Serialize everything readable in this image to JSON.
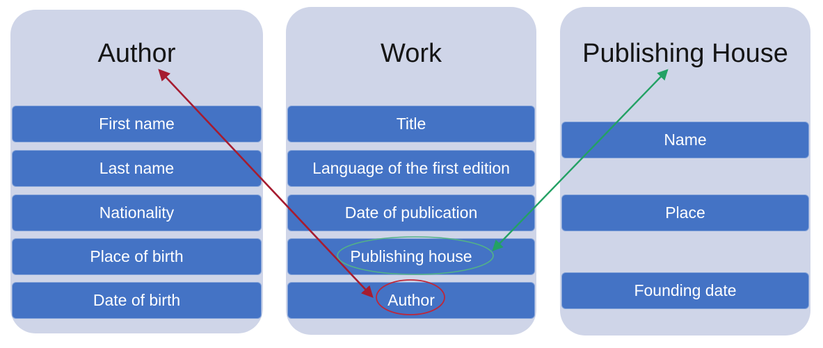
{
  "diagram": {
    "columns": [
      {
        "title": "Author",
        "rows": [
          "First name",
          "Last name",
          "Nationality",
          "Place of birth",
          "Date of birth"
        ]
      },
      {
        "title": "Work",
        "rows": [
          "Title",
          "Language of the first edition",
          "Date of publication",
          "Publishing house",
          "Author"
        ]
      },
      {
        "title": "Publishing House",
        "rows": [
          "Name",
          "Place",
          "Founding date"
        ]
      }
    ],
    "links": [
      {
        "id": "author-link",
        "style": "double-headed-arrow",
        "from": "Author (row in Work)",
        "to": "Author (entity title)",
        "color": "#a61c30"
      },
      {
        "id": "publishing-house-link",
        "style": "double-headed-arrow",
        "from": "Publishing house (row in Work)",
        "to": "Publishing House (entity title)",
        "color": "#23a164"
      }
    ],
    "colors": {
      "column_bg": "#cfd5e8",
      "row_bg": "#4473c5",
      "row_text": "#ffffff",
      "title_text": "#151515",
      "red_arrow": "#a61c30",
      "red_ellipse": "#bf2638",
      "green_arrow": "#23a164",
      "green_ellipse": "#53b287"
    }
  }
}
